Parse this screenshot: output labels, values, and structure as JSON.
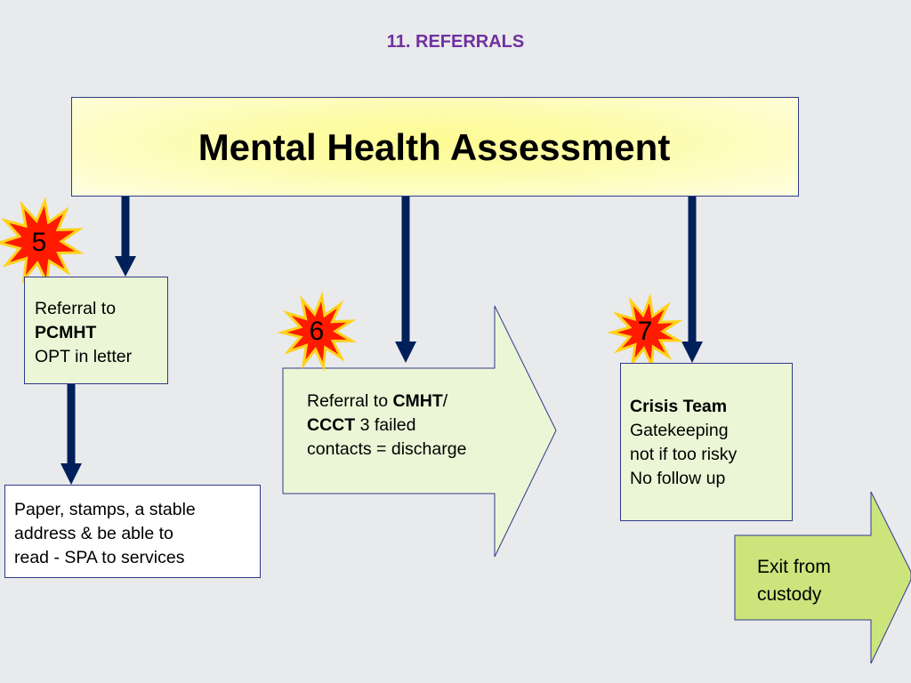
{
  "slide": {
    "title": "11. REFERRALS"
  },
  "main": {
    "title": "Mental Health Assessment"
  },
  "badges": {
    "five": "5",
    "six": "6",
    "seven": "7"
  },
  "pcmht": {
    "line1": "Referral to",
    "line2": "PCMHT",
    "line3": "OPT in letter"
  },
  "paper": {
    "line1": "Paper, stamps, a stable",
    "line2": "address & be able to",
    "line3": "read - SPA to services"
  },
  "cmht": {
    "prefix": "Referral to ",
    "bold1": "CMHT",
    "slash": "/",
    "bold2": "CCCT",
    "line3": "3 failed contacts =",
    "line4": "discharge"
  },
  "crisis": {
    "line1": "Crisis Team",
    "line2": "Gatekeeping",
    "line3": "not if too risky",
    "line4": "No follow up"
  },
  "exit": {
    "line1": "Exit from",
    "line2": "custody"
  },
  "colors": {
    "title": "#7030a0",
    "arrow_stroke": "#00205b",
    "box_fill": "#ebf6d6",
    "exit_fill": "#cce47c",
    "burst_fill": "#ff1a00",
    "burst_edge": "#ffd21a"
  }
}
